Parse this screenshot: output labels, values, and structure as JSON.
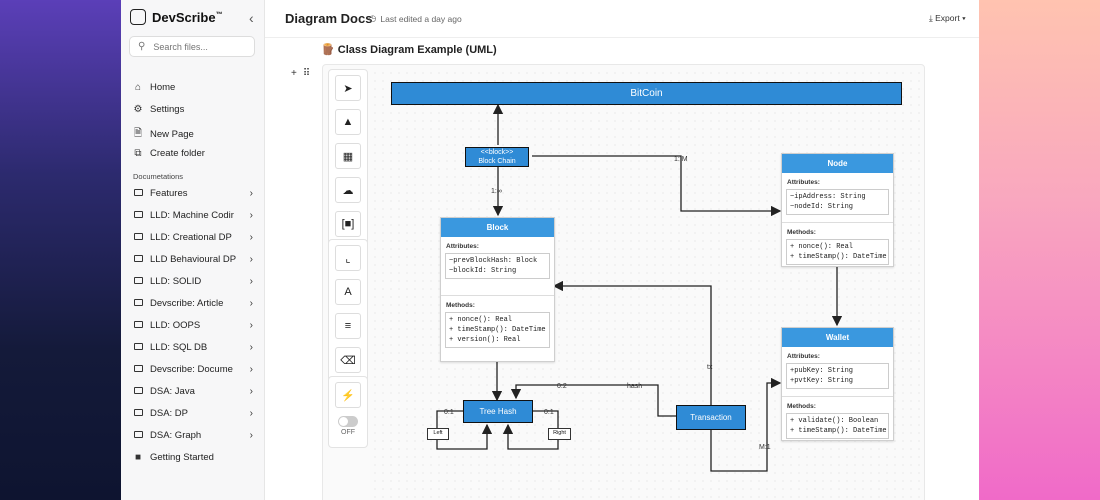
{
  "app": {
    "name": "DevScribe",
    "trademark": "™"
  },
  "sidebar": {
    "search_placeholder": "Search files...",
    "top_items": [
      {
        "label": "Home",
        "icon": "home-icon"
      },
      {
        "label": "Settings",
        "icon": "gear-icon"
      },
      {
        "label": "New Page",
        "icon": "new-page-icon"
      },
      {
        "label": "Create folder",
        "icon": "folder-plus-icon"
      }
    ],
    "section_label": "Documetations",
    "folders": [
      "Features",
      "LLD: Machine Codir",
      "LLD: Creational DP",
      "LLD Behavioural DP",
      "LLD: SOLID",
      "Devscribe: Article",
      "LLD: OOPS",
      "LLD: SQL DB",
      "Devscribe: Docume",
      "DSA: Java",
      "DSA: DP",
      "DSA: Graph"
    ],
    "bottom_item": {
      "label": "Getting Started",
      "icon": "cube-icon"
    }
  },
  "header": {
    "title": "Diagram Docs",
    "edited": "Last edited a day ago",
    "export": "Export"
  },
  "page": {
    "heading": "🪵 Class Diagram Example (UML)"
  },
  "toolbar": {
    "toggle_label": "OFF"
  },
  "diagram": {
    "bitcoin": "BitCoin",
    "blockchain": {
      "stereotype": "<<block>>",
      "name": "Block Chain"
    },
    "block": {
      "title": "Block",
      "attributes_label": "Attributes:",
      "attributes": [
        "~prevBlockHash: Block",
        "~blockId: String"
      ],
      "methods_label": "Methods:",
      "methods": [
        "+ nonce(): Real",
        "+ timeStamp(): DateTime",
        "+ version(): Real"
      ]
    },
    "node": {
      "title": "Node",
      "attributes_label": "Attributes:",
      "attributes": [
        "~ipAddress: String",
        "~nodeId: String"
      ],
      "methods_label": "Methods:",
      "methods": [
        "+ nonce(): Real",
        "+ timeStamp(): DateTime"
      ]
    },
    "wallet": {
      "title": "Wallet",
      "attributes_label": "Attributes:",
      "attributes": [
        "+pubKey: String",
        "+pvtKey: String"
      ],
      "methods_label": "Methods:",
      "methods": [
        "+ validate(): Boolean",
        "+ timeStamp(): DateTime"
      ]
    },
    "treehash": "Tree Hash",
    "transaction": "Transaction",
    "left": "Left",
    "right": "Right",
    "labels": {
      "one_inf": "1:∞",
      "one_m": "1: M",
      "zero_one_a": "0:1",
      "zero_one_b": "0:1",
      "zero_two": "0:2",
      "hash": "hash",
      "tx": "tx",
      "m_one": "M:1"
    }
  }
}
